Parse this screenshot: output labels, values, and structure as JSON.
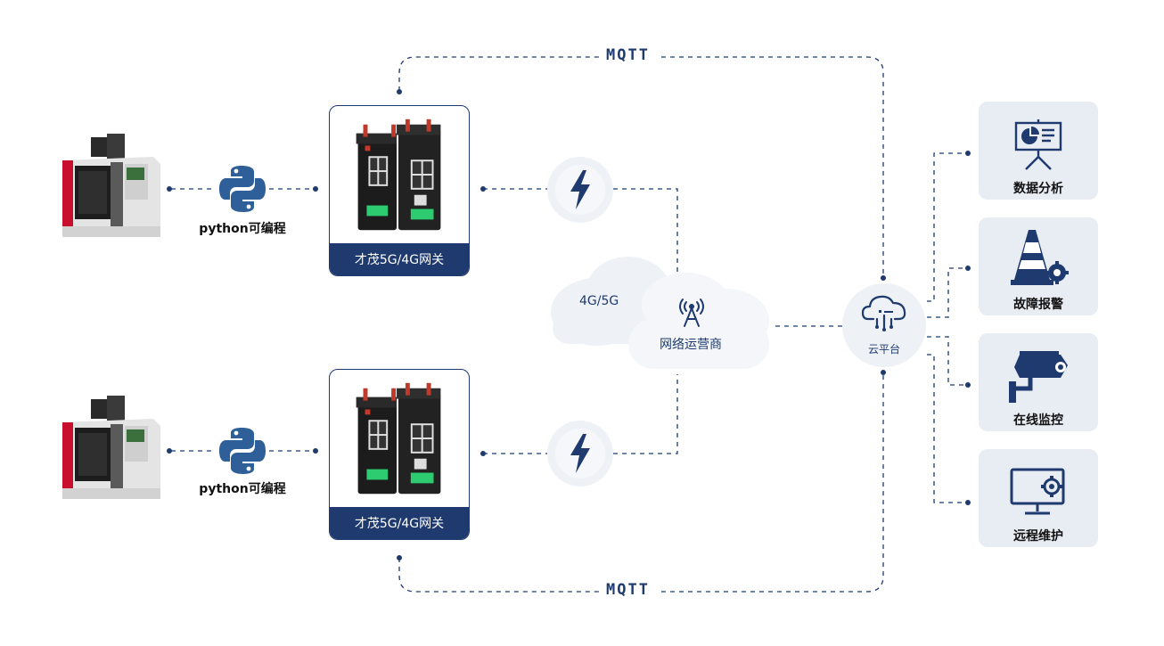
{
  "protocol_top": "MQTT",
  "protocol_bottom": "MQTT",
  "python_label_top": "python可编程",
  "python_label_bottom": "python可编程",
  "gateway_top_label": "才茂5G/4G网关",
  "gateway_bottom_label": "才茂5G/4G网关",
  "network_label": "4G/5G",
  "operator_label": "网络运营商",
  "platform_label": "云平台",
  "services": [
    {
      "label": "数据分析",
      "icon": "presentation-chart-icon"
    },
    {
      "label": "故障报警",
      "icon": "traffic-cone-gear-icon"
    },
    {
      "label": "在线监控",
      "icon": "security-camera-icon"
    },
    {
      "label": "远程维护",
      "icon": "monitor-gear-icon"
    }
  ],
  "colors": {
    "primary": "#1e3a6e",
    "card_bg": "#e8ecf3",
    "python_blue": "#2f5f98"
  }
}
